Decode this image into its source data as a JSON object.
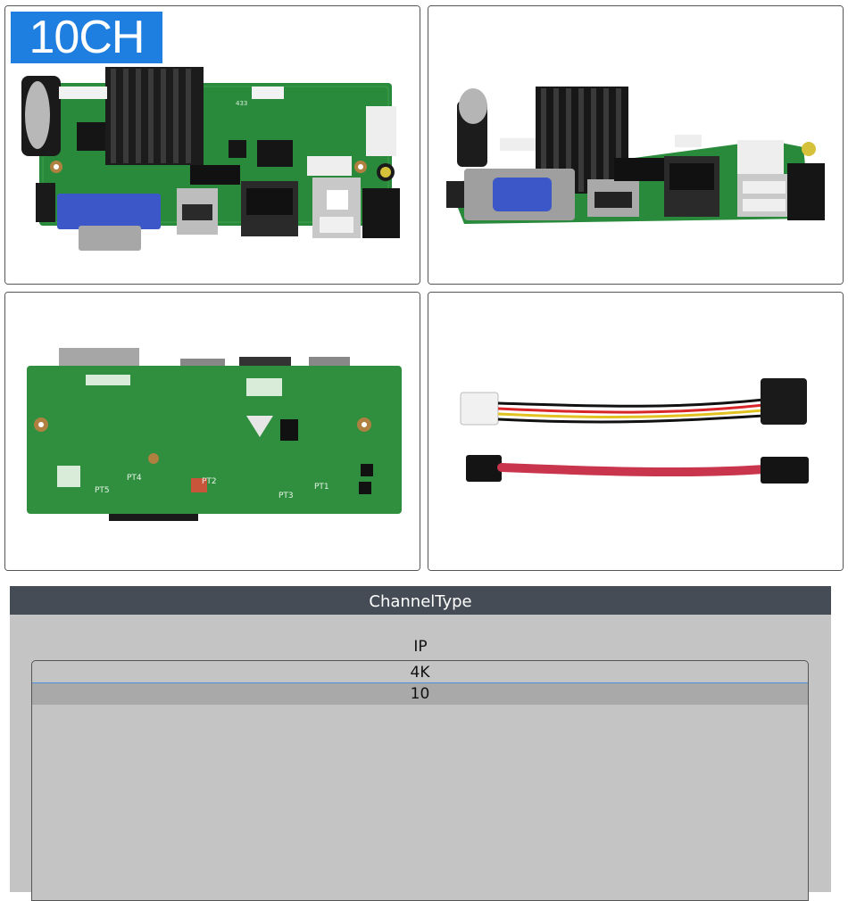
{
  "product": {
    "badge_label": "10CH"
  },
  "photos": [
    {
      "subject": "board-top-view"
    },
    {
      "subject": "board-angle-view"
    },
    {
      "subject": "board-bottom-view"
    },
    {
      "subject": "sata-cables"
    }
  ],
  "board_markings": {
    "top_chip": "433",
    "bottom_labels": [
      "PT1",
      "PT2",
      "PT3",
      "PT4",
      "PT5"
    ]
  },
  "dialog": {
    "title": "ChannelType",
    "type_label": "IP",
    "options": [
      {
        "label": "4K",
        "state": "focused"
      },
      {
        "label": "10",
        "state": "selected"
      }
    ]
  },
  "colors": {
    "badge": "#1e7fe0",
    "pcb_green": "#2a8a3c",
    "dialog_header": "#454c55",
    "dialog_body": "#c4c4c4",
    "selected_row": "#a9a9a9",
    "focus_line": "#4a8fd8"
  }
}
